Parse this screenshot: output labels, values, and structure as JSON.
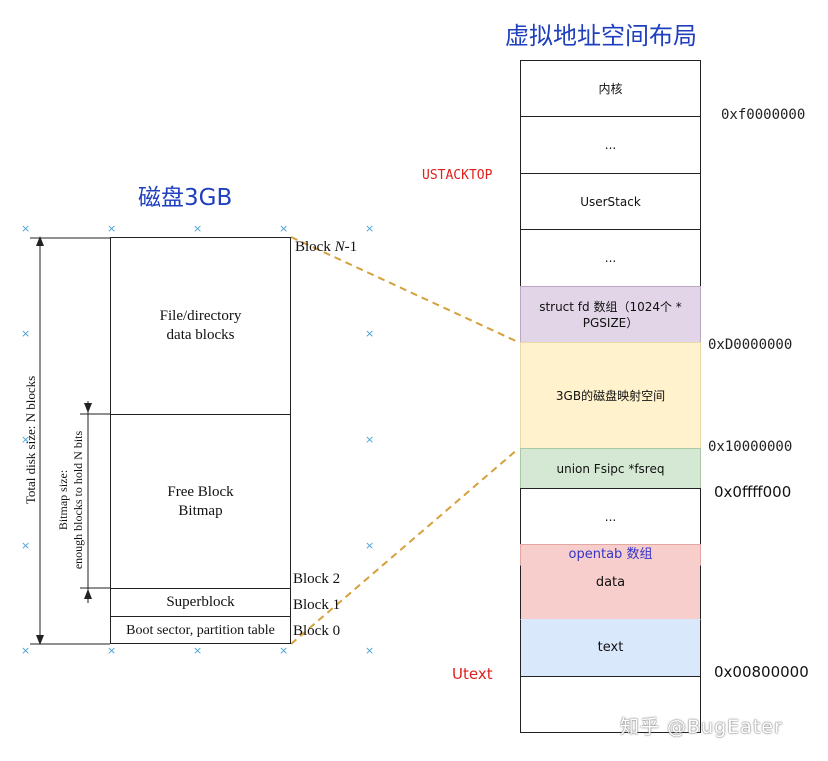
{
  "vas_title": "虚拟地址空间布局",
  "disk_title": "磁盘3GB",
  "disk": {
    "total_size_label": "Total disk size: N blocks",
    "bitmap_size_label_line1": "Bitmap size:",
    "bitmap_size_label_line2": "enough blocks to hold N bits",
    "file_blocks_line1": "File/directory",
    "file_blocks_line2": "data blocks",
    "free_bitmap_line1": "Free Block",
    "free_bitmap_line2": "Bitmap",
    "superblock": "Superblock",
    "boot_sector": "Boot sector, partition table",
    "block_n1_prefix": "Block ",
    "block_n1_italic": "N",
    "block_n1_suffix": "-1",
    "block2": "Block 2",
    "block1": "Block 1",
    "block0": "Block 0"
  },
  "memory": {
    "kernel": "内核",
    "dots1": "...",
    "userstack": "UserStack",
    "dots2": "...",
    "fd_array_line1": "struct fd 数组（1024个 *",
    "fd_array_line2": "PGSIZE）",
    "disk_map": "3GB的磁盘映射空间",
    "fsreq": "union Fsipc *fsreq",
    "dots3": "...",
    "opentab": "opentab 数组",
    "data": "data",
    "text": "text"
  },
  "addresses": {
    "kernel_base": "0xf0000000",
    "ustacktop": "USTACKTOP",
    "disk_map_top": "0xD0000000",
    "disk_map_base": "0x10000000",
    "fsreq_addr": "0x0ffff000",
    "utext_label": "Utext",
    "utext_addr": "0x00800000"
  },
  "watermark": "知乎 @BugEater",
  "colors": {
    "fd_array": "#e1d5e7",
    "disk_map": "#fff2cc",
    "fsreq": "#d5e8d4",
    "opentab": "#f8cecc",
    "data": "#f8cecc",
    "text": "#dae8fc",
    "dashed_line": "#d6a03c",
    "red_label": "#e0201e",
    "title_blue": "#1f3fbf"
  }
}
